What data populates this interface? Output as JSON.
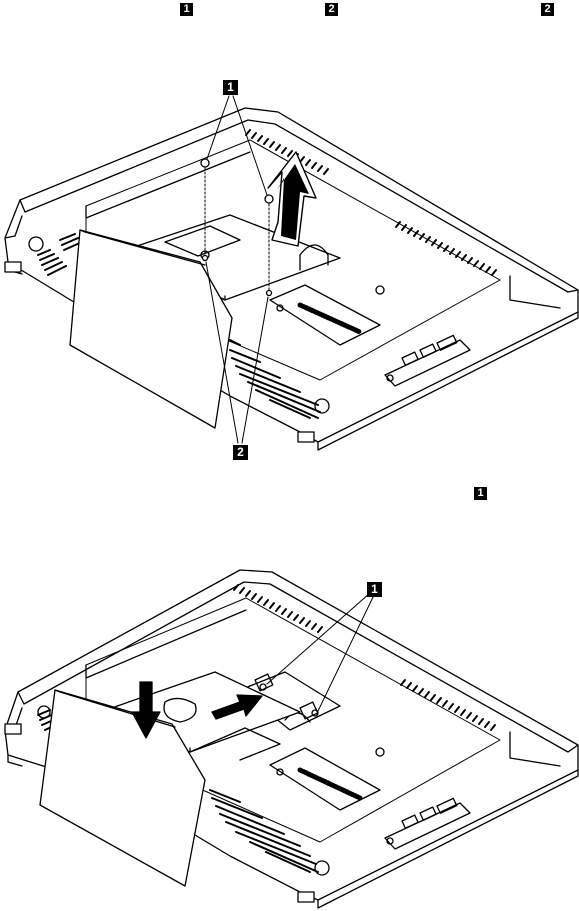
{
  "top_text_line": {
    "callout_a": "1",
    "callout_b": "2",
    "callout_c": "2"
  },
  "figure_1": {
    "callout_screws_top": "1",
    "callout_screws_bottom": "2"
  },
  "mid_text_line": {
    "callout": "1"
  },
  "figure_2": {
    "callout_screws": "1"
  }
}
